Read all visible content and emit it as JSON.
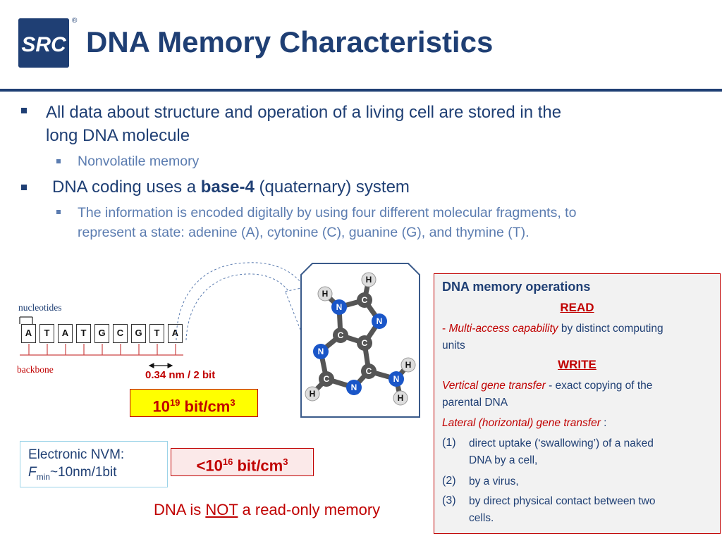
{
  "header": {
    "title": "DNA Memory Characteristics",
    "logo_text": "SRC",
    "registered_mark": "®"
  },
  "bullets": {
    "b1_line1": "All data about structure and operation of a living cell are stored in the",
    "b1_line2": "long DNA molecule",
    "b1_sub": "Nonvolatile memory",
    "b2_pre": "DNA coding uses a ",
    "b2_bold": "base-4",
    "b2_post": " (quaternary) system",
    "b2_sub_line1": "The information is encoded digitally by using four different molecular fragments, to",
    "b2_sub_line2": "represent a state: adenine (A), cytonine (C), guanine (G), and thymine (T)."
  },
  "figure": {
    "nucleotides_label": "nucleotides",
    "backbone_label": "backbone",
    "sequence": [
      "A",
      "T",
      "A",
      "T",
      "G",
      "C",
      "G",
      "T",
      "A"
    ],
    "spacing_label": "0.34 nm / 2 bit",
    "density_base": "10",
    "density_exp": "19",
    "density_unit": " bit/cm",
    "density_unit_exp": "3",
    "atoms": {
      "h": "H",
      "n": "N",
      "c": "C"
    }
  },
  "nvm": {
    "line1": "Electronic NVM:",
    "f": "F",
    "f_sub": "min",
    "line2_rest": "~10nm/1bit",
    "compare_prefix": "<10",
    "compare_exp": "16",
    "compare_unit": " bit/cm",
    "compare_unit_exp": "3"
  },
  "footer_note": {
    "pre": "DNA is ",
    "not": "NOT",
    "post": " a read-only memory"
  },
  "ops": {
    "title": "DNA memory operations",
    "read_heading": "READ",
    "read_dash": "- ",
    "read_italic": "Multi-access capability",
    "read_rest_1": " by distinct computing",
    "read_rest_2": "units",
    "write_heading": "WRITE",
    "vgt_italic": "Vertical gene transfer",
    "vgt_rest_1": " - exact copying of the",
    "vgt_rest_2": "parental DNA",
    "lgt_italic": "Lateral (horizontal) gene transfer",
    "lgt_colon": " :",
    "items": [
      {
        "num": "(1)",
        "line1": "direct uptake (‘swallowing’) of a naked",
        "line2": "DNA by a cell,"
      },
      {
        "num": "(2)",
        "line1": "by a virus,",
        "line2": ""
      },
      {
        "num": "(3)",
        "line1": "by direct physical contact between two",
        "line2": "cells."
      }
    ]
  },
  "colors": {
    "navy": "#1f3f74",
    "red": "#c00000",
    "light_blue_text": "#5b7cb0",
    "highlight_yellow": "#ffff00",
    "nitrogen_blue": "#1a56c8",
    "carbon_gray": "#555555"
  }
}
